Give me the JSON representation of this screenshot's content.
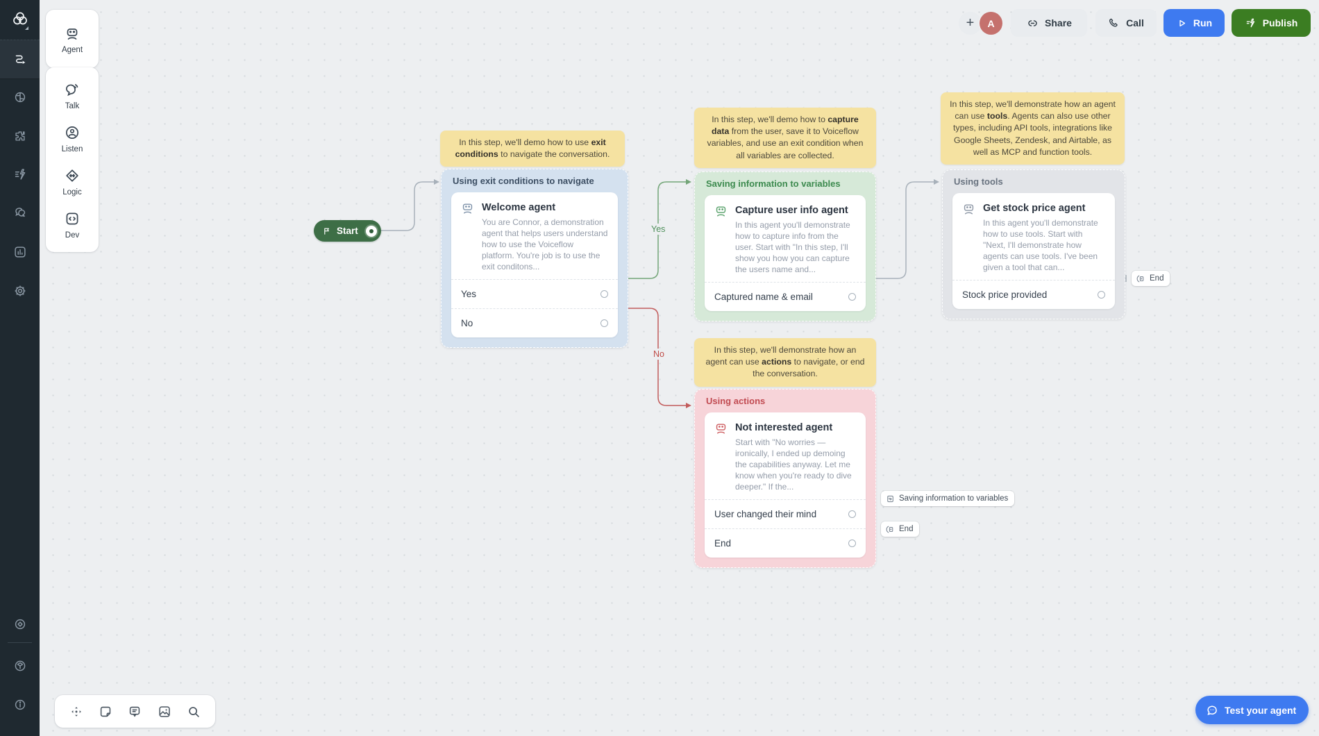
{
  "topbar": {
    "add_label": "+",
    "avatar_initial": "A",
    "share_label": "Share",
    "call_label": "Call",
    "run_label": "Run",
    "publish_label": "Publish"
  },
  "left_panel": {
    "agent_label": "Agent",
    "items": [
      {
        "label": "Talk"
      },
      {
        "label": "Listen"
      },
      {
        "label": "Logic"
      },
      {
        "label": "Dev"
      }
    ]
  },
  "rail_icons": [
    "voiceflow-logo",
    "workflow",
    "knowledge-brain",
    "integrations-puzzle",
    "ai-spark",
    "conversations-chat",
    "analytics-bars",
    "settings-gear",
    "updates-target",
    "packages-cube",
    "help-info"
  ],
  "canvas": {
    "start_label": "Start",
    "stickies": [
      {
        "pre": "In this step, we'll demo how to use ",
        "bold": "exit conditions",
        "post": " to navigate the conversation."
      },
      {
        "pre": "In this step, we'll demo how to ",
        "bold": "capture data",
        "post": " from the user, save it to Voiceflow variables, and use an exit condition when all variables are collected."
      },
      {
        "pre": "In this step, we'll demonstrate how an agent can use ",
        "bold": "tools",
        "post": ". Agents can also use other types, including API tools, integrations like Google Sheets, Zendesk, and Airtable, as well as MCP and function tools."
      },
      {
        "pre": "In this step, we'll demonstrate how an agent can use ",
        "bold": "actions",
        "post": " to navigate, or end the conversation."
      }
    ],
    "groups": [
      {
        "header": "Using exit conditions to navigate",
        "agent_title": "Welcome agent",
        "agent_desc": "You are Connor, a demonstration agent that helps users understand how to use the Voiceflow platform. You're job is to use the exit conditons...",
        "ports": [
          "Yes",
          "No"
        ]
      },
      {
        "header": "Saving information to variables",
        "agent_title": "Capture user info agent",
        "agent_desc": "In this agent you'll demonstrate how to capture info from the user. Start with \"In this step, I'll show you how you can capture the users name and...",
        "ports": [
          "Captured name & email"
        ]
      },
      {
        "header": "Using tools",
        "agent_title": "Get stock price agent",
        "agent_desc": "In this agent you'll demonstrate how to use tools. Start with \"Next, I'll demonstrate how agents can use tools. I've been given a tool that can...",
        "ports": [
          "Stock price provided"
        ]
      },
      {
        "header": "Using actions",
        "agent_title": "Not interested agent",
        "agent_desc": "Start with \"No worries — ironically, I ended up demoing the capabilities anyway. Let me know when you're ready to dive deeper.\" If the...",
        "ports": [
          "User changed their mind",
          "End"
        ]
      }
    ],
    "edge_labels": {
      "yes": "Yes",
      "no": "No"
    },
    "chips": {
      "stock_end": "End",
      "actions_goto": "Saving information to variables",
      "actions_end": "End"
    },
    "test_button": "Test your agent"
  },
  "colors": {
    "rail_bg": "#1f2930",
    "canvas_bg": "#edeff1",
    "accent_blue": "#3e7af0",
    "publish_green": "#3b7d22",
    "start_green": "#3d6e46",
    "group_blue": "#d4e1ef",
    "group_green": "#d6e9d8",
    "group_gray": "#e2e4e8",
    "group_pink": "#f7d4d9",
    "sticky_yellow": "#f5e2a1",
    "edge_yes": "#73a578",
    "edge_no": "#c25c5c",
    "avatar_rose": "#c5716d"
  }
}
